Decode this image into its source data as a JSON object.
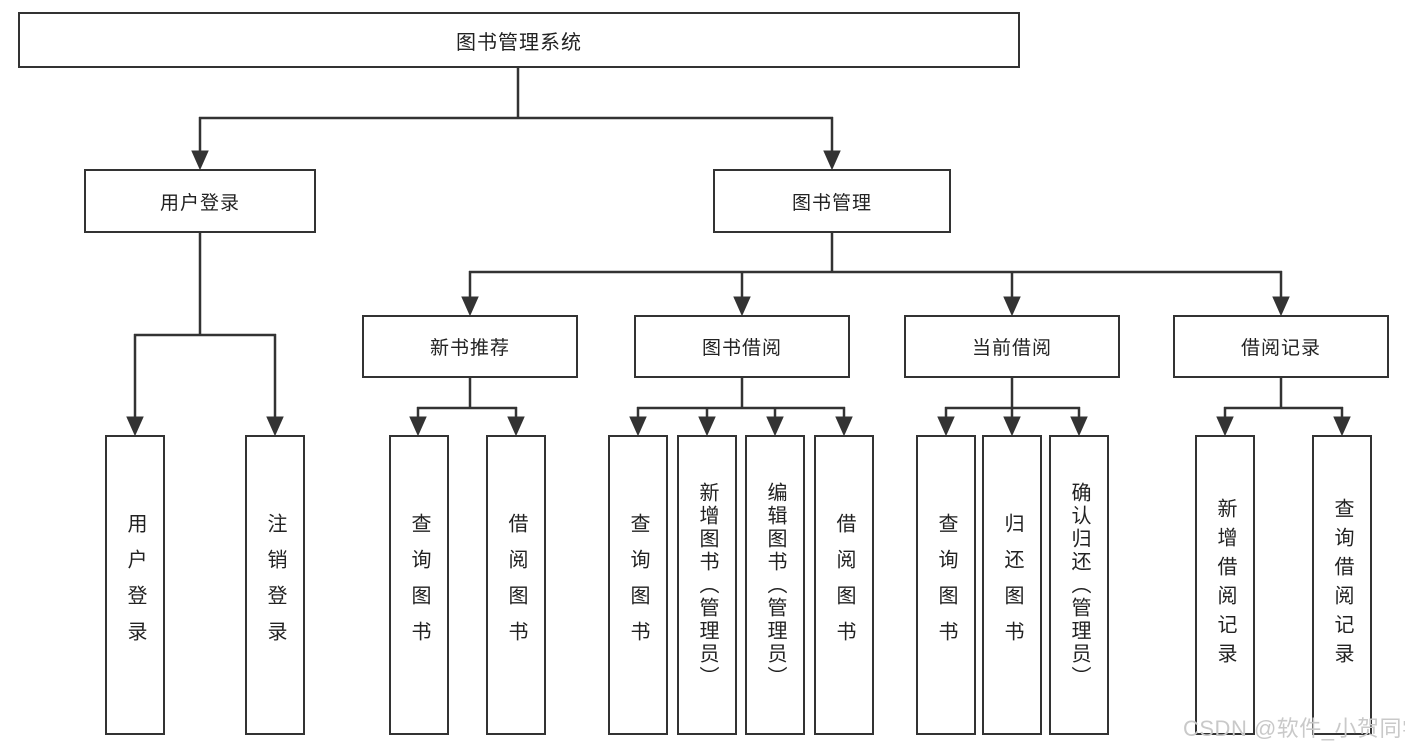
{
  "root": {
    "label": "图书管理系统"
  },
  "level2": {
    "user_login": {
      "label": "用户登录"
    },
    "book_management": {
      "label": "图书管理"
    }
  },
  "level3": {
    "new_book_recommend": {
      "label": "新书推荐"
    },
    "book_borrow": {
      "label": "图书借阅"
    },
    "current_borrow": {
      "label": "当前借阅"
    },
    "borrow_records": {
      "label": "借阅记录"
    }
  },
  "leaves": {
    "user_login": {
      "label": "用户登录"
    },
    "user_logout": {
      "label": "注销登录"
    },
    "recommend_query": {
      "label": "查询图书"
    },
    "recommend_borrow": {
      "label": "借阅图书"
    },
    "borrow_query": {
      "label": "查询图书"
    },
    "borrow_add": {
      "label": "新增图书（管理员）"
    },
    "borrow_edit": {
      "label": "编辑图书（管理员）"
    },
    "borrow_borrow": {
      "label": "借阅图书"
    },
    "current_query": {
      "label": "查询图书"
    },
    "current_return": {
      "label": "归还图书"
    },
    "current_confirm": {
      "label": "确认归还（管理员）"
    },
    "records_add": {
      "label": "新增借阅记录"
    },
    "records_query": {
      "label": "查询借阅记录"
    }
  },
  "watermark": {
    "text": "CSDN @软件_小贺同学"
  },
  "colors": {
    "line": "#333333",
    "text": "#222222",
    "background": "#ffffff",
    "watermark": "#c9c9c9"
  }
}
